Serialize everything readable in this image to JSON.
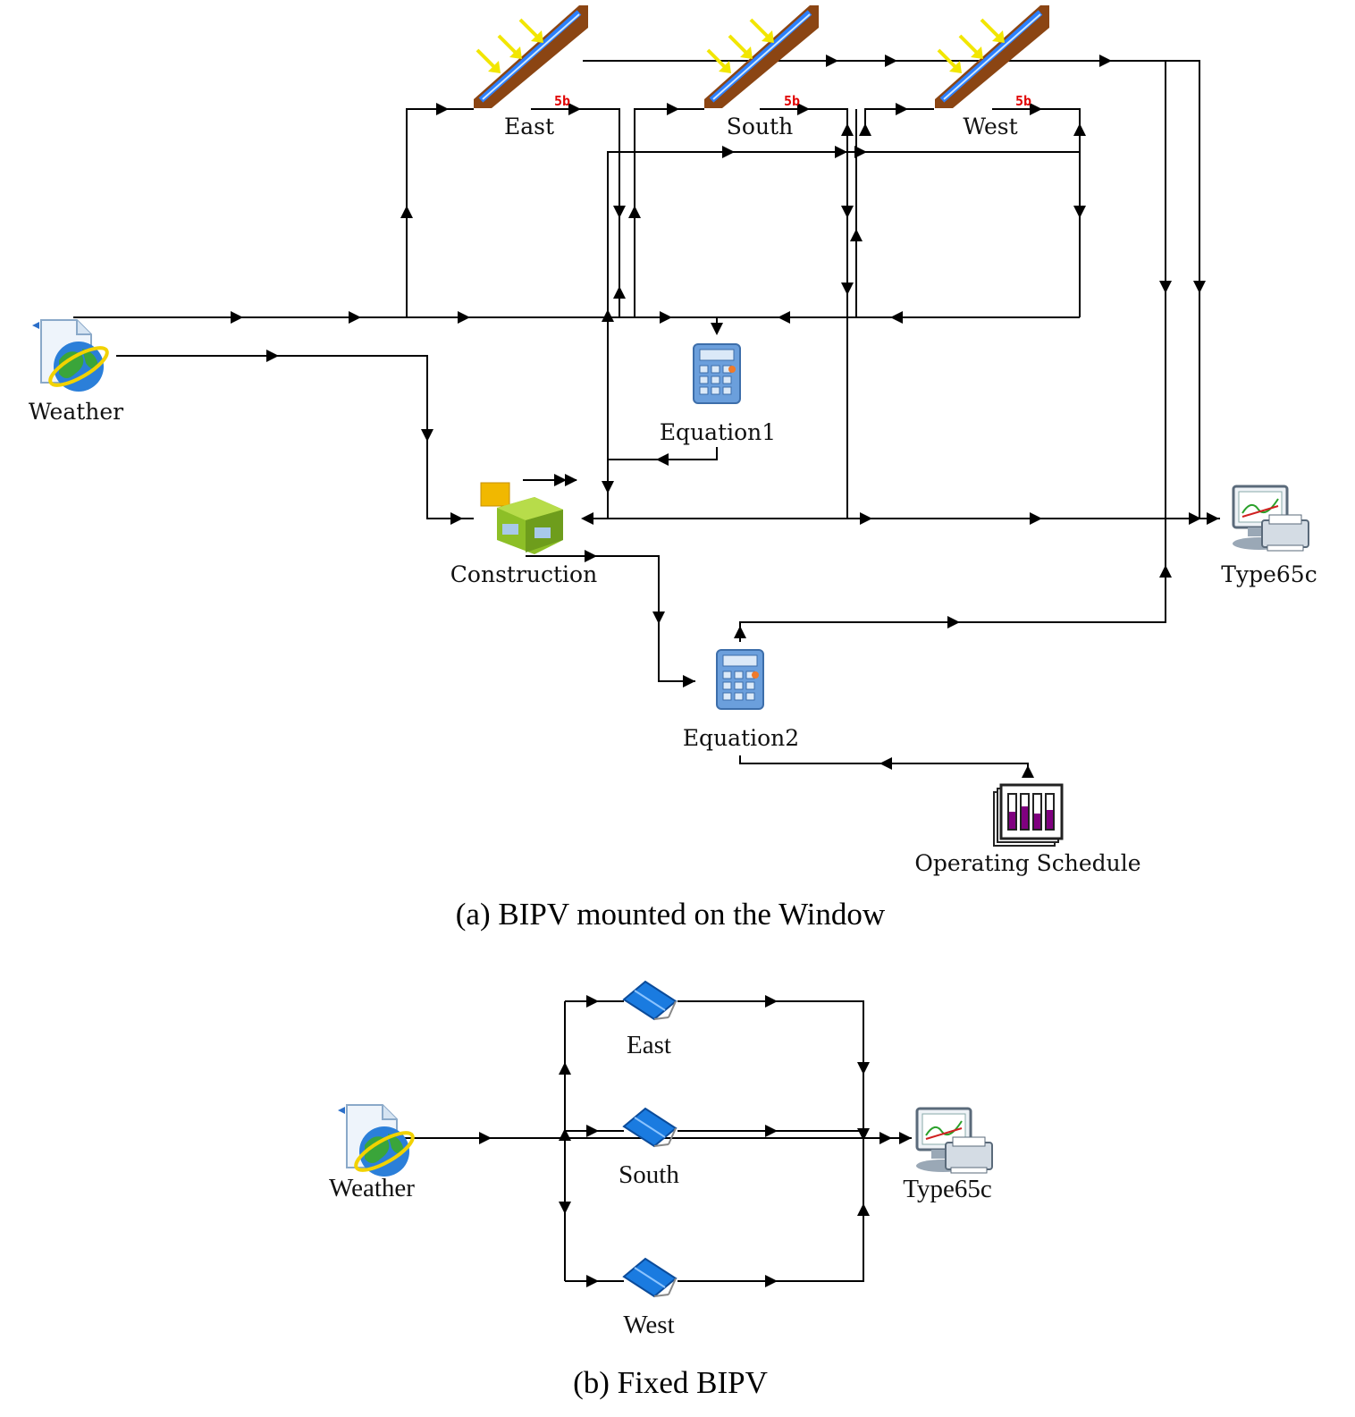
{
  "colors": {
    "wire": "#000000",
    "sun_ray": "#f2e600",
    "collector_frame": "#8b4513",
    "collector_glass": "#1e90ff",
    "pv_panel": "#1a7be0",
    "schedule_bar": "#800080",
    "tag": "#e00000"
  },
  "panel_a": {
    "caption": "(a) BIPV mounted on the Window",
    "components": {
      "weather": {
        "label": "Weather",
        "icon": "weather-globe-icon"
      },
      "east": {
        "label": "East",
        "tag": "5b",
        "icon": "solar-collector-icon"
      },
      "south": {
        "label": "South",
        "tag": "5b",
        "icon": "solar-collector-icon"
      },
      "west": {
        "label": "West",
        "tag": "5b",
        "icon": "solar-collector-icon"
      },
      "equation1": {
        "label": "Equation1",
        "icon": "calculator-icon"
      },
      "construction": {
        "label": "Construction",
        "icon": "building-icon"
      },
      "type65c": {
        "label": "Type65c",
        "icon": "printer-monitor-icon"
      },
      "equation2": {
        "label": "Equation2",
        "icon": "calculator-icon"
      },
      "schedule": {
        "label": "Operating Schedule",
        "icon": "schedule-icon"
      }
    }
  },
  "panel_b": {
    "caption": "(b) Fixed BIPV",
    "components": {
      "weather": {
        "label": "Weather",
        "icon": "weather-globe-icon"
      },
      "east": {
        "label": "East",
        "icon": "pv-panel-icon"
      },
      "south": {
        "label": "South",
        "icon": "pv-panel-icon"
      },
      "west": {
        "label": "West",
        "icon": "pv-panel-icon"
      },
      "type65c": {
        "label": "Type65c",
        "icon": "printer-monitor-icon"
      }
    }
  }
}
